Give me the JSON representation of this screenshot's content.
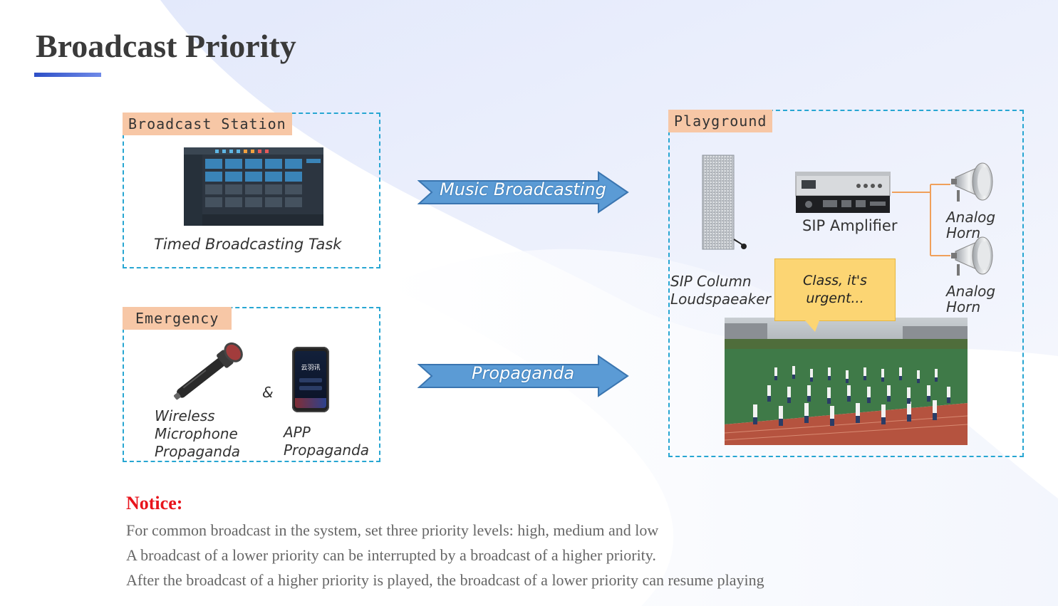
{
  "page": {
    "title": "Broadcast Priority"
  },
  "stations": {
    "broadcast_station": {
      "tag": "Broadcast Station",
      "caption": "Timed Broadcasting Task"
    },
    "emergency": {
      "tag": "Emergency",
      "ampersand": "&",
      "microphone_caption_1": "Wireless",
      "microphone_caption_2": "Microphone",
      "microphone_caption_3": "Propaganda",
      "app_caption_1": "APP",
      "app_caption_2": "Propaganda",
      "app_screen_text": "云羽讯"
    }
  },
  "arrows": {
    "music": "Music Broadcasting",
    "propaganda": "Propaganda"
  },
  "playground": {
    "tag": "Playground",
    "column_speaker_1": "SIP Column",
    "column_speaker_2": "Loudspaeaker",
    "amplifier": "SIP Amplifier",
    "horn_top_1": "Analog",
    "horn_top_2": "Horn",
    "horn_bottom_1": "Analog",
    "horn_bottom_2": "Horn",
    "callout": "Class, it's urgent..."
  },
  "notice": {
    "title": "Notice:",
    "lines": [
      "For common broadcast in the system, set three priority levels: high, medium and low",
      "A broadcast of a lower priority can be interrupted by a broadcast of a higher priority.",
      "After the broadcast of a higher priority is played, the broadcast of a lower priority can resume playing"
    ]
  },
  "colors": {
    "arrow_fill": "#5b9bd5",
    "arrow_stroke": "#3a75b0",
    "dashed_border": "#27a6d2",
    "tag_bg": "#f7c7a6",
    "callout_bg": "#fcd573",
    "notice_title": "#e8141c",
    "horn_wire": "#f0a05a"
  }
}
